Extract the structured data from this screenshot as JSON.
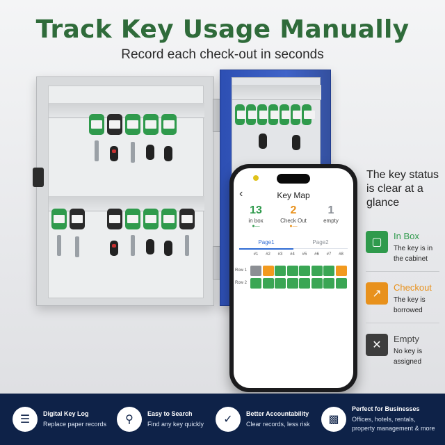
{
  "headline": "Track Key Usage Manually",
  "subheadline": "Record each check-out in seconds",
  "app": {
    "back_icon": "chevron-left-icon",
    "title": "Key Map",
    "stats": [
      {
        "value": "13",
        "label": "in box",
        "color": "#2f9a4c"
      },
      {
        "value": "2",
        "label": "Check Out",
        "color": "#e8911c"
      },
      {
        "value": "1",
        "label": "empty",
        "color": "#8a8f96"
      }
    ],
    "tabs": [
      {
        "label": "Page1",
        "active": true
      },
      {
        "label": "Page2",
        "active": false
      }
    ],
    "columns": [
      "#1",
      "#2",
      "#3",
      "#4",
      "#5",
      "#6",
      "#7",
      "#8"
    ],
    "rows": [
      {
        "label": "Row 1",
        "cells": [
          "empty",
          "checkout",
          "inbox",
          "inbox",
          "inbox",
          "inbox",
          "inbox",
          "checkout"
        ]
      },
      {
        "label": "Row 2",
        "cells": [
          "inbox",
          "inbox",
          "inbox",
          "inbox",
          "inbox",
          "inbox",
          "inbox",
          "inbox"
        ]
      }
    ],
    "state_colors": {
      "inbox": "#3aa654",
      "checkout": "#f29a1f",
      "empty": "#8c8f94"
    }
  },
  "legend": {
    "heading": "The key status is clear at a glance",
    "items": [
      {
        "title": "In Box",
        "desc": "The key is in the cabinet",
        "color": "#2f9a4c",
        "icon": "box-icon"
      },
      {
        "title": "Checkout",
        "desc": "The key is borrowed",
        "color": "#e8911c",
        "icon": "external-link-icon"
      },
      {
        "title": "Empty",
        "desc": "No key is assigned",
        "color": "#3d3d3d",
        "icon": "close-icon"
      }
    ]
  },
  "features": [
    {
      "title": "Digital Key Log",
      "desc": "Replace paper records",
      "icon": "clipboard-icon"
    },
    {
      "title": "Easy to Search",
      "desc": "Find any key quickly",
      "icon": "search-icon"
    },
    {
      "title": "Better Accountability",
      "desc": "Clear records, less risk",
      "icon": "shield-check-icon"
    },
    {
      "title": "Perfect for Businesses",
      "desc": "Offices, hotels, rentals, property management & more",
      "desc_line1": "Offices, hotels, rentals,",
      "desc_line2": "property management & more",
      "icon": "bar-chart-icon"
    }
  ]
}
